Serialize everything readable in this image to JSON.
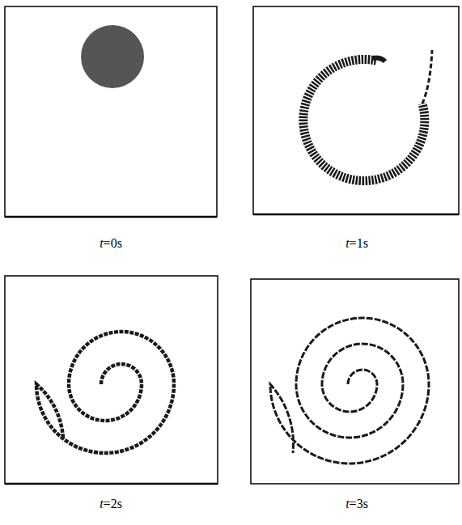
{
  "diagram": {
    "labels": [
      "t=0s",
      "t=1s",
      "t=2s",
      "t=3s"
    ]
  }
}
